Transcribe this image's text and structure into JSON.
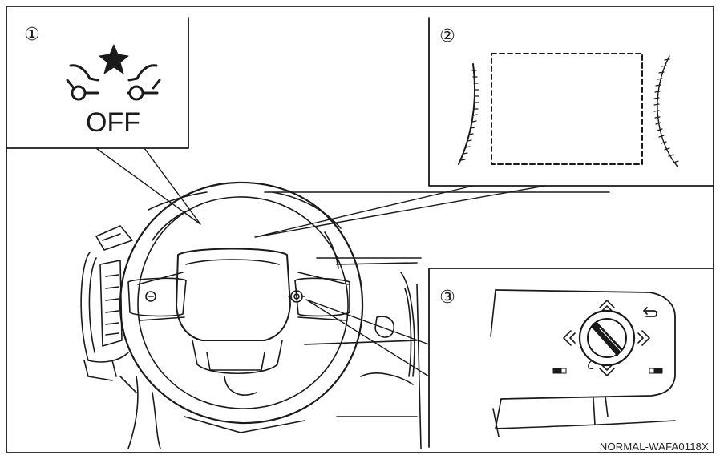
{
  "callouts": {
    "one": "①",
    "two": "②",
    "three": "③"
  },
  "indicator": {
    "icon": "vehicle-collision-warning-icon",
    "text": "OFF"
  },
  "caption": "NORMAL-WAFA0118X",
  "colors": {
    "line": "#1a1a1a",
    "background": "#ffffff"
  }
}
